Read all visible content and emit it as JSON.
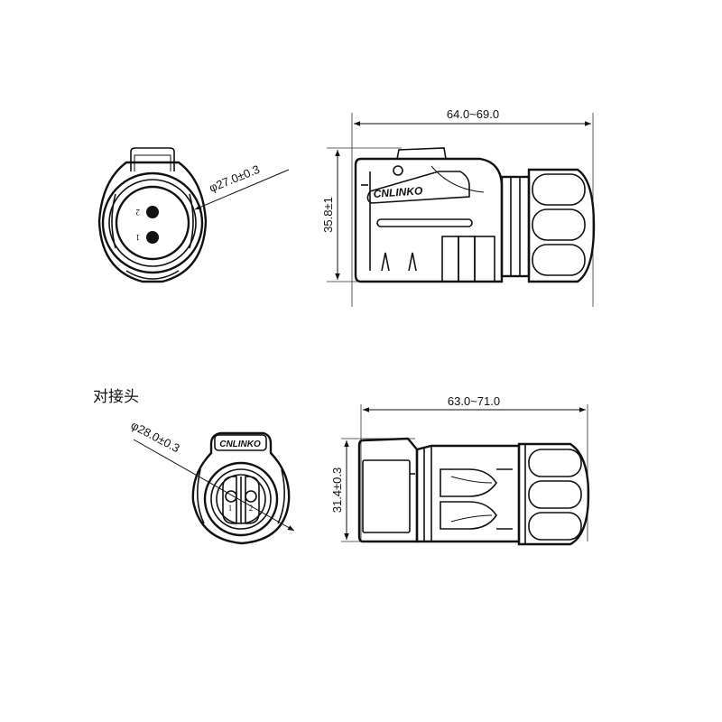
{
  "views": {
    "plug": {
      "diameter_label": "φ27.0±0.3",
      "length_label": "64.0~69.0",
      "height_label": "35.8±1",
      "pin_labels": [
        "2",
        "1"
      ],
      "brand": "CNLINKO"
    },
    "mating": {
      "title": "对接头",
      "diameter_label": "φ28.0±0.3",
      "length_label": "63.0~71.0",
      "height_label": "31.4±0.3",
      "pin_labels": [
        "1",
        "2"
      ],
      "brand": "CNLINKO"
    }
  }
}
